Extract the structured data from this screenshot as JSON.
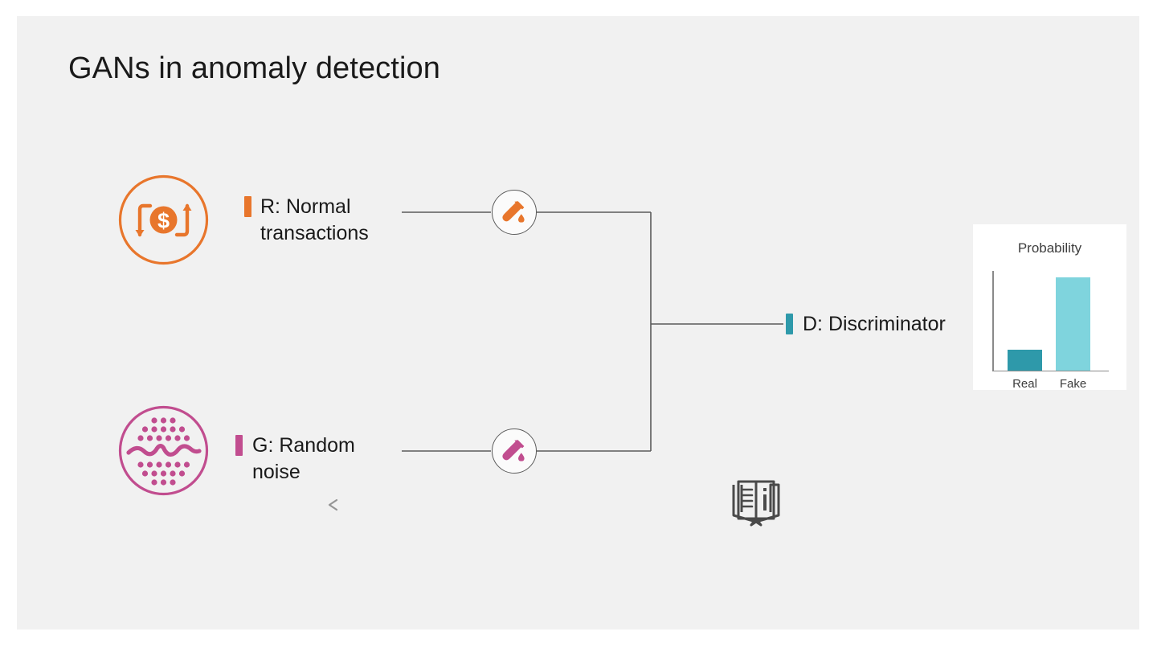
{
  "slide": {
    "title": "GANs in anomaly detection",
    "background_color": "#f1f1f1",
    "page_background": "#ffffff"
  },
  "colors": {
    "orange": "#e8762c",
    "magenta": "#c14d8f",
    "teal": "#2e99aa",
    "teal_light": "#7fd4dd",
    "line_gray": "#5b5b5b",
    "text_dark": "#1a1a1a",
    "axis_gray": "#8a8a8a",
    "book_gray": "#4a4a4a"
  },
  "nodes": {
    "real": {
      "label": "R: Normal\ntransactions",
      "accent_color": "#e8762c",
      "icon_name": "money-transaction-cycle-icon"
    },
    "noise": {
      "label": "G: Random\nnoise",
      "accent_color": "#c14d8f",
      "icon_name": "random-noise-dots-icon"
    },
    "discriminator": {
      "label": "D: Discriminator",
      "accent_color": "#2e99aa"
    }
  },
  "tube_nodes": [
    {
      "name": "test-tube-orange",
      "color": "#e8762c"
    },
    {
      "name": "test-tube-magenta",
      "color": "#c14d8f"
    }
  ],
  "chart_data": {
    "type": "bar",
    "title": "Probability",
    "categories": [
      "Real",
      "Fake"
    ],
    "values": [
      0.22,
      1.0
    ],
    "colors": [
      "#2e99aa",
      "#7fd4dd"
    ],
    "xlabel": "",
    "ylabel": "",
    "ylim": [
      0,
      1.05
    ],
    "grid": false,
    "legend": false
  },
  "decorations": {
    "book_icon": "open-book-info-icon",
    "stray_mark": "small-chevron-mark"
  }
}
